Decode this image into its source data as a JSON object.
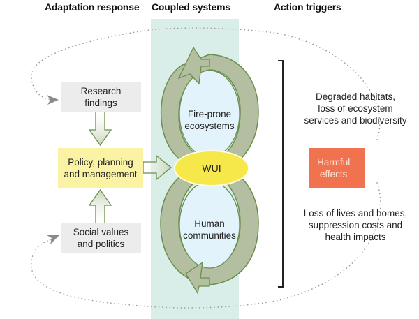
{
  "headers": {
    "adaptation": "Adaptation response",
    "coupled": "Coupled systems",
    "triggers": "Action triggers"
  },
  "adaptation": {
    "research": [
      "Research",
      "findings"
    ],
    "policy": [
      "Policy, planning",
      "and management"
    ],
    "social": [
      "Social values",
      "and politics"
    ]
  },
  "coupled": {
    "ecosystems": [
      "Fire-prone",
      "ecosystems"
    ],
    "center": "WUI",
    "communities": [
      "Human",
      "communities"
    ]
  },
  "triggers": {
    "ecosystem_effects": [
      "Degraded habitats,",
      "loss of ecosystem",
      "services and biodiversity"
    ],
    "harmful": [
      "Harmful",
      "effects"
    ],
    "harmful_icon": "flame-icon",
    "human_effects": [
      "Loss of lives and homes,",
      "suppression costs and",
      "health impacts"
    ]
  },
  "colors": {
    "panel": "#d9eee8",
    "loop_arrow": "#b3bfa0",
    "loop_stroke": "#6a8f4e",
    "loop_inner": "#e2f3fb",
    "wui": "#f6e84a",
    "policy_box": "#fbf3a4",
    "grey_box": "#ececec",
    "harm_box": "#f1724f",
    "flame": "#fbe45a",
    "dotted": "#999999"
  }
}
